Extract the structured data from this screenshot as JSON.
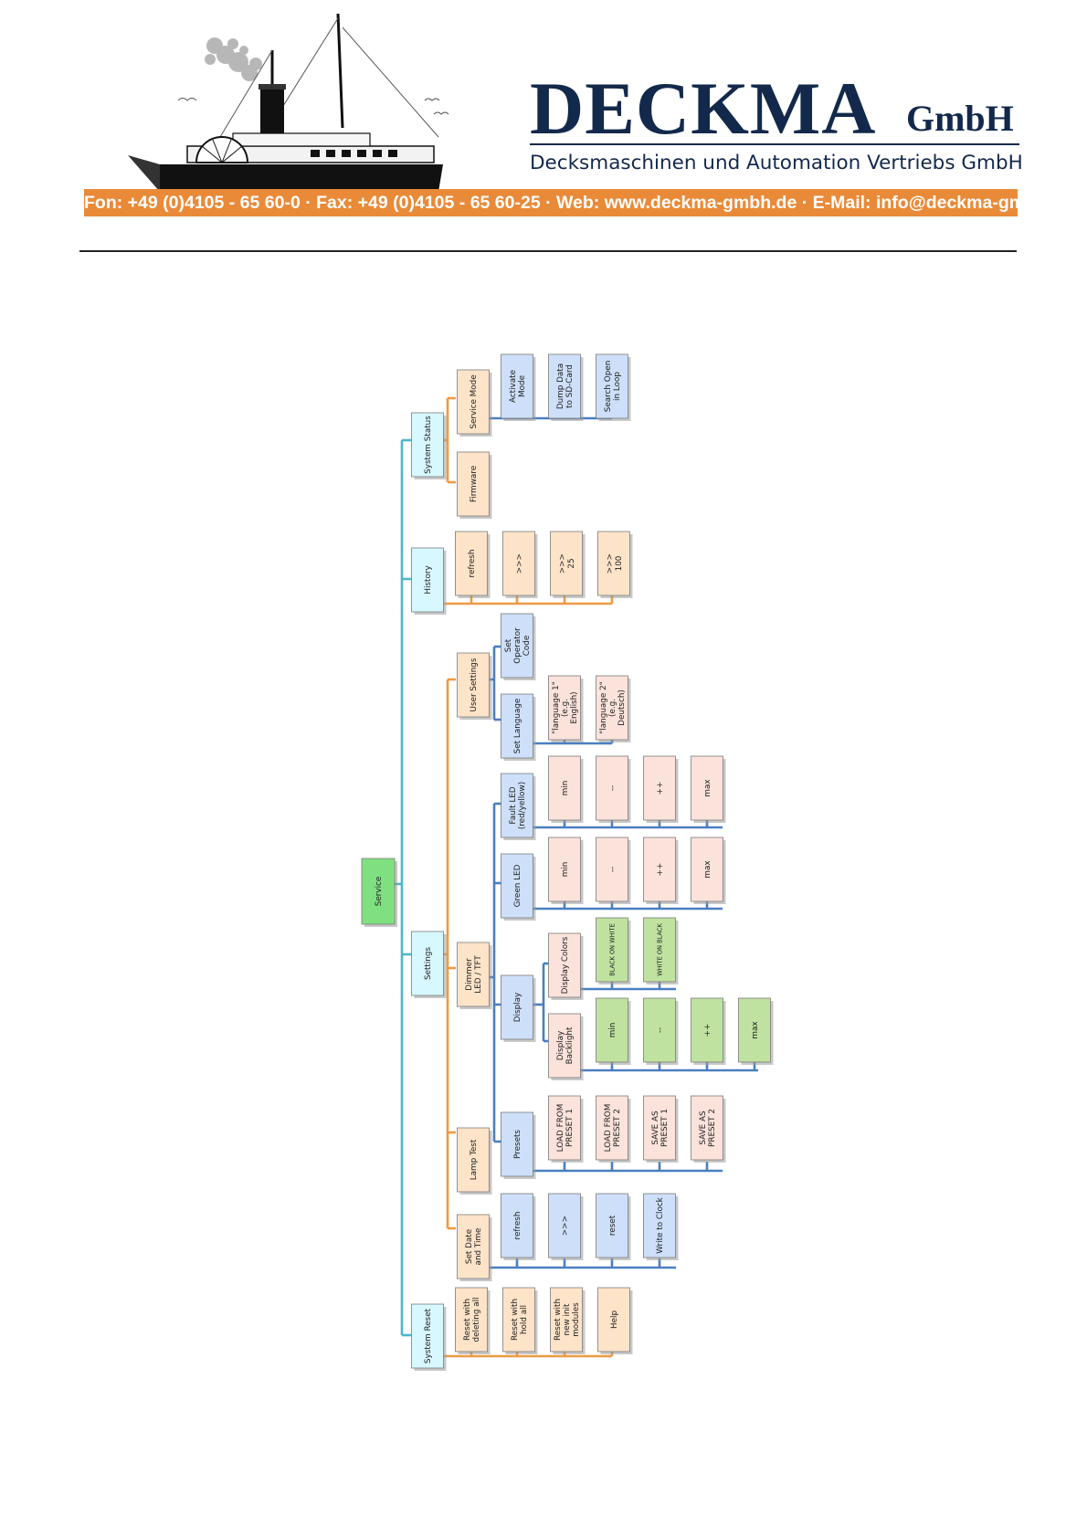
{
  "header": {
    "company_name": "DECKMA",
    "company_suffix": "GmbH",
    "tagline": "Decksmaschinen und Automation Vertriebs GmbH",
    "contact": "Fon: +49 (0)4105 - 65 60-0 · Fax: +49 (0)4105 - 65 60-25 · Web: www.deckma-gmbh.de · E-Mail: info@deckma-gmbh.de"
  },
  "colors": {
    "brand_navy": "#13294b",
    "brand_orange": "#e98a38",
    "root_fill": "#7fe07f",
    "cyan_fill": "#d8f8ff",
    "orange_fill": "#fde3c8",
    "blue_fill": "#cddff9",
    "pink_fill": "#fbe2db",
    "green_fill": "#c0e2a0",
    "cyan_line": "#4db6c9",
    "orange_line": "#ef9a44",
    "blue_line": "#4a7fc1"
  },
  "diagram": {
    "root": {
      "label": "Service"
    },
    "system_status": {
      "label": "System Status",
      "service_mode": {
        "label": "Service Mode",
        "children": [
          "Activate Mode",
          "Dump Data to SD-Card",
          "Search Open in Loop"
        ]
      },
      "firmware": {
        "label": "Firmware"
      }
    },
    "history": {
      "label": "History",
      "children": [
        "refresh",
        ">>>",
        ">>> 25",
        ">>> 100"
      ]
    },
    "settings": {
      "label": "Settings",
      "user_settings": {
        "label": "User Settings",
        "set_operator_code": "Set Operator Code",
        "set_language": {
          "label": "Set Language",
          "children": [
            "\"language 1\" (e.g. English)",
            "\"language 2\" (e.g. Deutsch)"
          ]
        }
      },
      "dimmer": {
        "label": "Dimmer LED / TFT",
        "fault_led": {
          "label": "Fault LED (red/yellow)",
          "children": [
            "min",
            "--",
            "++",
            "max"
          ]
        },
        "green_led": {
          "label": "Green LED",
          "children": [
            "min",
            "--",
            "++",
            "max"
          ]
        },
        "display": {
          "label": "Display",
          "display_colors": {
            "label": "Display Colors",
            "children": [
              "BLACK ON WHITE",
              "WHITE ON BLACK"
            ]
          },
          "display_backlight": {
            "label": "Display Backlight",
            "children": [
              "min",
              "--",
              "++",
              "max"
            ]
          }
        },
        "presets": {
          "label": "Presets",
          "children": [
            "LOAD FROM PRESET 1",
            "LOAD FROM PRESET 2",
            "SAVE AS PRESET 1",
            "SAVE AS PRESET 2"
          ]
        }
      },
      "lamp_test": {
        "label": "Lamp Test"
      },
      "set_date_time": {
        "label": "Set Date and Time",
        "children": [
          "refresh",
          ">>>",
          "reset",
          "Write to Clock"
        ]
      }
    },
    "system_reset": {
      "label": "System Reset",
      "children": [
        "Reset with deleting all",
        "Reset with hold all",
        "Reset with new init modules",
        "Help"
      ]
    }
  }
}
